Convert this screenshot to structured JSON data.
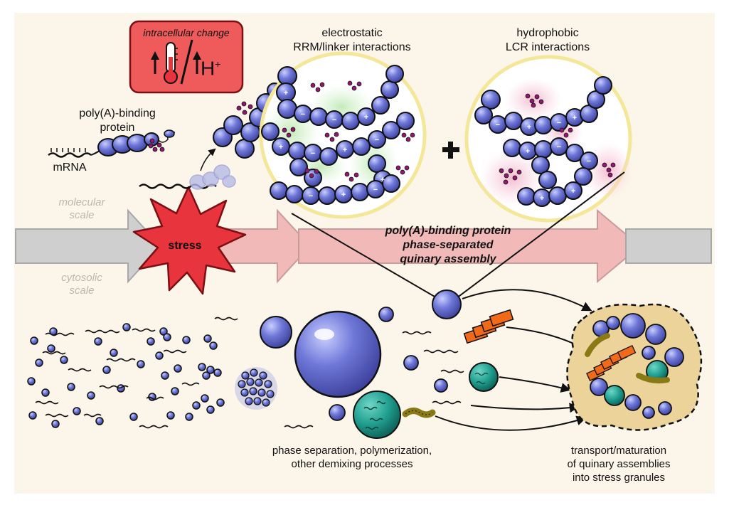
{
  "labels": {
    "intracellular_change": "intracellular change",
    "proton": "H",
    "proton_sup": "+",
    "electrostatic_line1": "electrostatic",
    "electrostatic_line2": "RRM/linker interactions",
    "hydrophobic_line1": "hydrophobic",
    "hydrophobic_line2": "LCR interactions",
    "pab_line1": "poly(A)-binding",
    "pab_line2": "protein",
    "mrna": "mRNA",
    "molecular_scale_1": "molecular",
    "molecular_scale_2": "scale",
    "cytosolic_scale_1": "cytosolic",
    "cytosolic_scale_2": "scale",
    "stress": "stress",
    "plus": "+",
    "assembly_line1": "poly(A)-binding protein",
    "assembly_line2": "phase-separated",
    "assembly_line3": "quinary assembly",
    "phase_sep_line1": "phase separation, polymerization,",
    "phase_sep_line2": "other demixing processes",
    "transport_line1": "transport/maturation",
    "transport_line2": "of quinary assemblies",
    "transport_line3": "into stress granules"
  },
  "colors": {
    "background": "#fcf6ea",
    "protein_blue": "#6f78d8",
    "stress_red": "#e8343c",
    "alert_box": "#ef5a5a",
    "arrow_pink": "#f2b9b9",
    "arrow_gray": "#cfcfcf",
    "circle_outline": "#f4e79a",
    "electrostatic_glow": "#cfeec4",
    "hydrophobic_glow": "#f5cbd8",
    "teal_condensate": "#1f9e8f",
    "orange_fiber": "#f06a1a",
    "olive_fiber": "#8a7a16",
    "granule_fill": "#ecd39a",
    "lcr_purple": "#8e1a6e"
  },
  "icons": [
    "thermometer-icon",
    "up-arrow-icon",
    "stress-burst-icon"
  ]
}
